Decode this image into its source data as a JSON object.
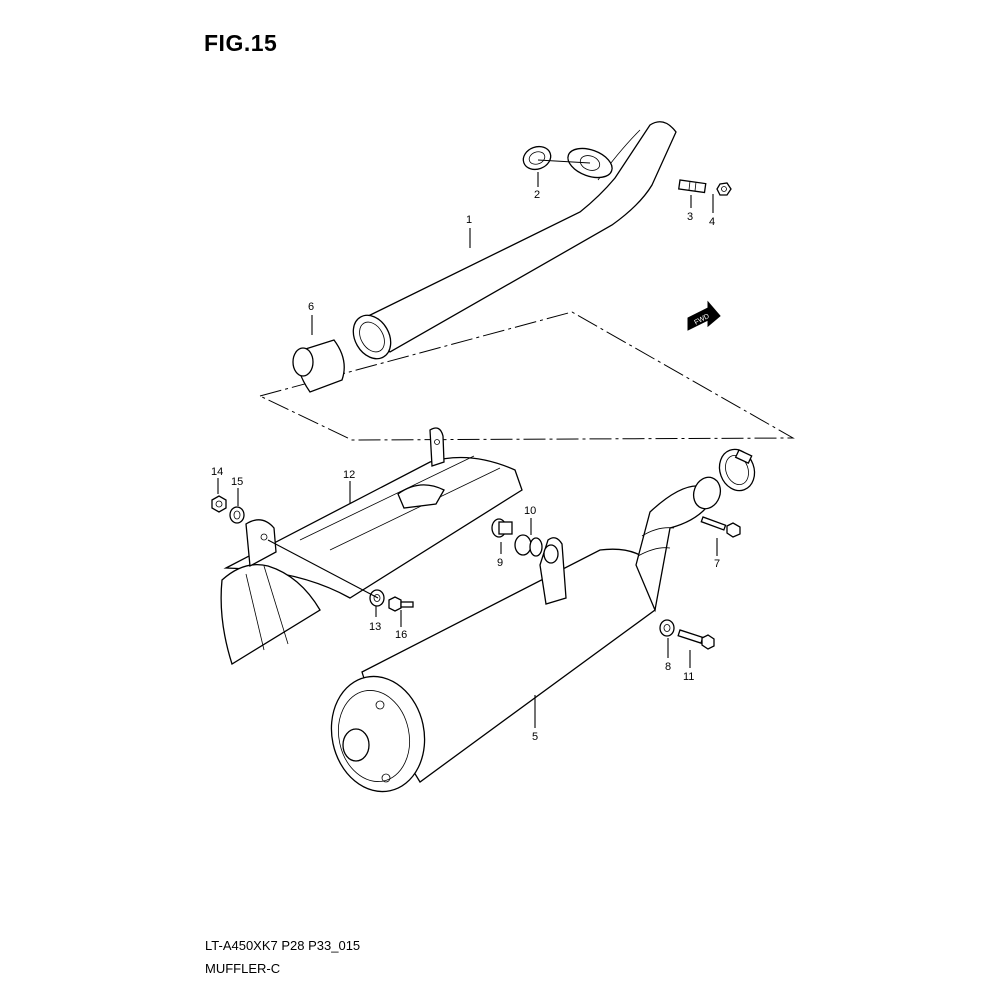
{
  "figure": {
    "title": "FIG.15",
    "footer_code": "LT-A450XK7 P28 P33_015",
    "footer_name": "MUFFLER-C",
    "fwd_badge": "FWD"
  },
  "callouts": [
    "1",
    "2",
    "3",
    "4",
    "5",
    "6",
    "7",
    "8",
    "9",
    "10",
    "11",
    "12",
    "13",
    "14",
    "15",
    "16"
  ],
  "parts": [
    {
      "id": "1",
      "name": "exhaust-pipe"
    },
    {
      "id": "2",
      "name": "gasket"
    },
    {
      "id": "3",
      "name": "stud-bolt"
    },
    {
      "id": "4",
      "name": "nut"
    },
    {
      "id": "5",
      "name": "muffler"
    },
    {
      "id": "6",
      "name": "pipe-joint"
    },
    {
      "id": "7",
      "name": "bolt"
    },
    {
      "id": "8",
      "name": "washer"
    },
    {
      "id": "9",
      "name": "collar"
    },
    {
      "id": "10",
      "name": "cushion"
    },
    {
      "id": "11",
      "name": "bolt"
    },
    {
      "id": "12",
      "name": "muffler-cover"
    },
    {
      "id": "13",
      "name": "washer"
    },
    {
      "id": "14",
      "name": "nut"
    },
    {
      "id": "15",
      "name": "washer"
    },
    {
      "id": "16",
      "name": "bolt"
    }
  ]
}
